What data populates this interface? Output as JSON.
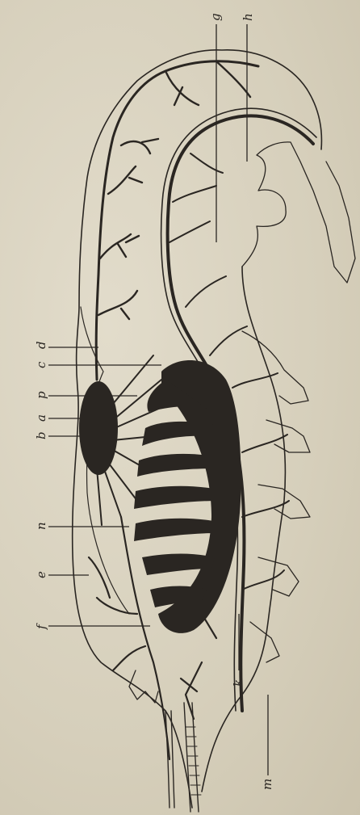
{
  "figure": {
    "labels": [
      {
        "id": "g",
        "text": "g"
      },
      {
        "id": "h",
        "text": "h"
      },
      {
        "id": "d",
        "text": "d"
      },
      {
        "id": "c",
        "text": "c"
      },
      {
        "id": "p",
        "text": "p"
      },
      {
        "id": "a",
        "text": "a"
      },
      {
        "id": "b",
        "text": "b"
      },
      {
        "id": "n",
        "text": "n"
      },
      {
        "id": "e",
        "text": "e"
      },
      {
        "id": "f",
        "text": "f"
      },
      {
        "id": "k",
        "text": "k"
      },
      {
        "id": "m",
        "text": "m"
      }
    ]
  }
}
